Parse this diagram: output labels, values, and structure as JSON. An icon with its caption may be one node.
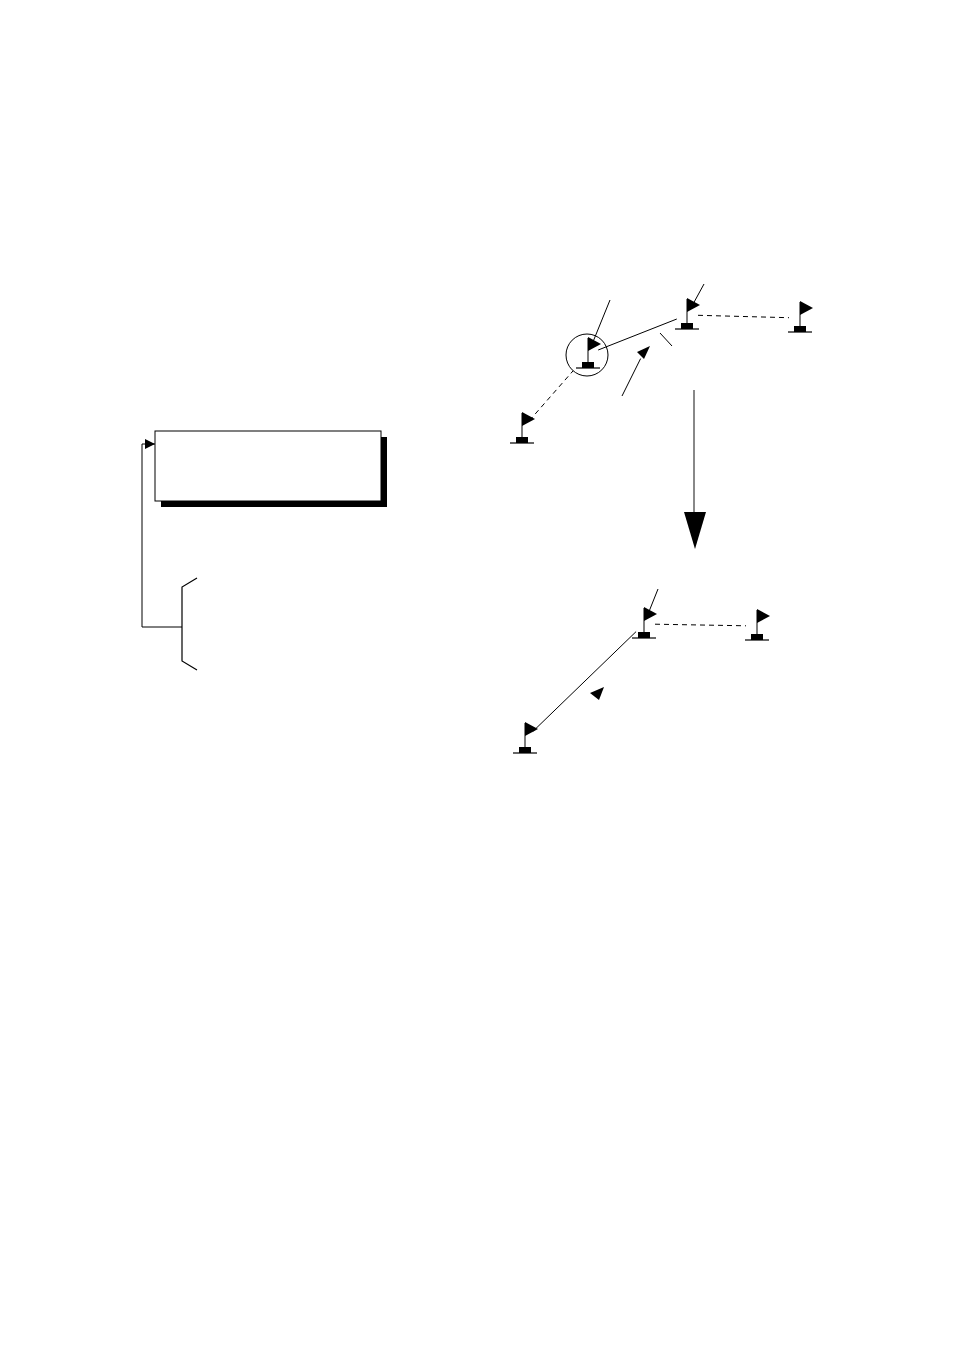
{
  "diagram": {
    "nodes": [
      {
        "text": [],
        "shape": "box"
      },
      {
        "text": [],
        "shape": "bracket"
      },
      {
        "text": [],
        "shape": "circle"
      },
      {
        "text": [],
        "shape": "flag",
        "in": 2
      },
      {
        "text": [],
        "shape": "flag"
      },
      {
        "text": [],
        "shape": "flag"
      },
      {
        "text": [],
        "shape": "flag"
      },
      {
        "text": [],
        "shape": "triangle"
      },
      {
        "text": [],
        "shape": "flag"
      },
      {
        "text": [],
        "shape": "flag"
      },
      {
        "text": [],
        "shape": "flag"
      },
      {
        "text": [],
        "shape": "triangle"
      }
    ],
    "edges": [
      {
        "from": 1,
        "to": 0,
        "arrow": "to"
      },
      {
        "from": 3,
        "to": 4,
        "arrow": "none"
      },
      {
        "from": 4,
        "to": 5,
        "arrow": "none",
        "style": "dashed"
      },
      {
        "from": 6,
        "to": 2,
        "arrow": "none",
        "style": "dashed"
      },
      {
        "from": null,
        "to": 3,
        "arrow": "none"
      },
      {
        "from": null,
        "to": 4,
        "arrow": "none"
      },
      {
        "from": null,
        "to": 7,
        "arrow": "none"
      },
      {
        "from": 8,
        "to": 9,
        "arrow": "none",
        "style": "dashed"
      },
      {
        "from": 10,
        "to": 8,
        "arrow": "none"
      },
      {
        "from": null,
        "to": 8,
        "arrow": "none"
      }
    ]
  }
}
